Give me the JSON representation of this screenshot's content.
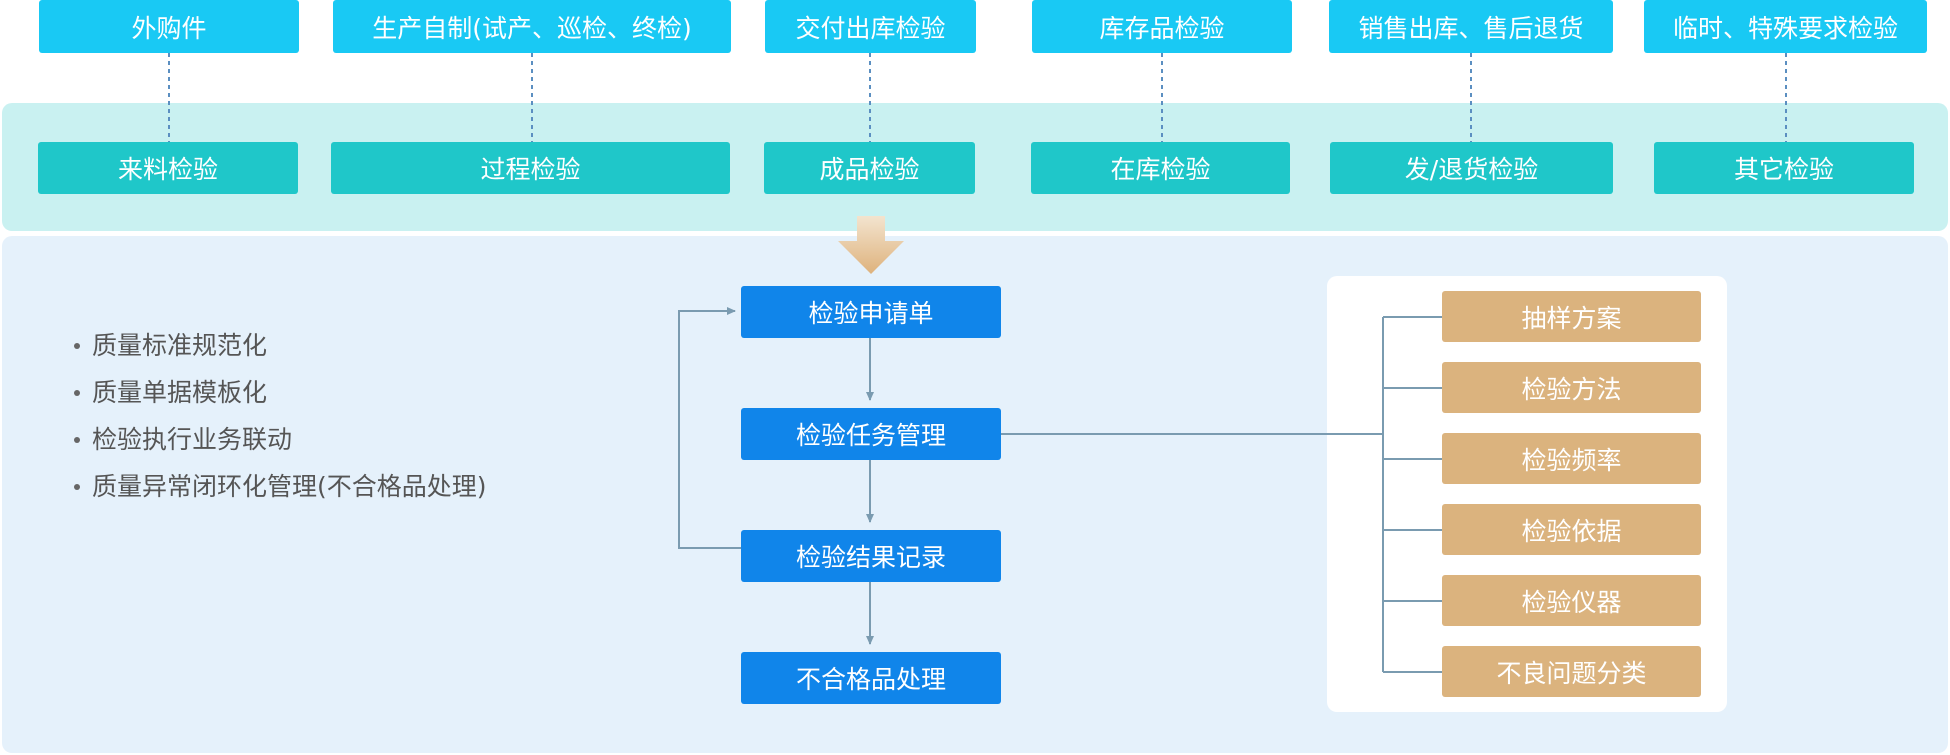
{
  "sources": [
    "外购件",
    "生产自制(试产、巡检、终检)",
    "交付出库检验",
    "库存品检验",
    "销售出库、售后退货",
    "临时、特殊要求检验"
  ],
  "categories": [
    "来料检验",
    "过程检验",
    "成品检验",
    "在库检验",
    "发/退货检验",
    "其它检验"
  ],
  "features": [
    "质量标准规范化",
    "质量单据模板化",
    "检验执行业务联动",
    "质量异常闭环化管理(不合格品处理)"
  ],
  "flow": [
    "检验申请单",
    "检验任务管理",
    "检验结果记录",
    "不合格品处理"
  ],
  "task_items": [
    "抽样方案",
    "检验方法",
    "检验频率",
    "检验依据",
    "检验仪器",
    "不良问题分类"
  ],
  "colors": {
    "source_box": "#19c9f4",
    "category_box": "#1fc7c9",
    "category_band": "#c9f1f1",
    "main_panel": "#e5f1fb",
    "flow_box": "#1085ea",
    "item_box": "#dbb37e",
    "connector": "#7a9bb0",
    "dotted": "#5b8fc1"
  }
}
